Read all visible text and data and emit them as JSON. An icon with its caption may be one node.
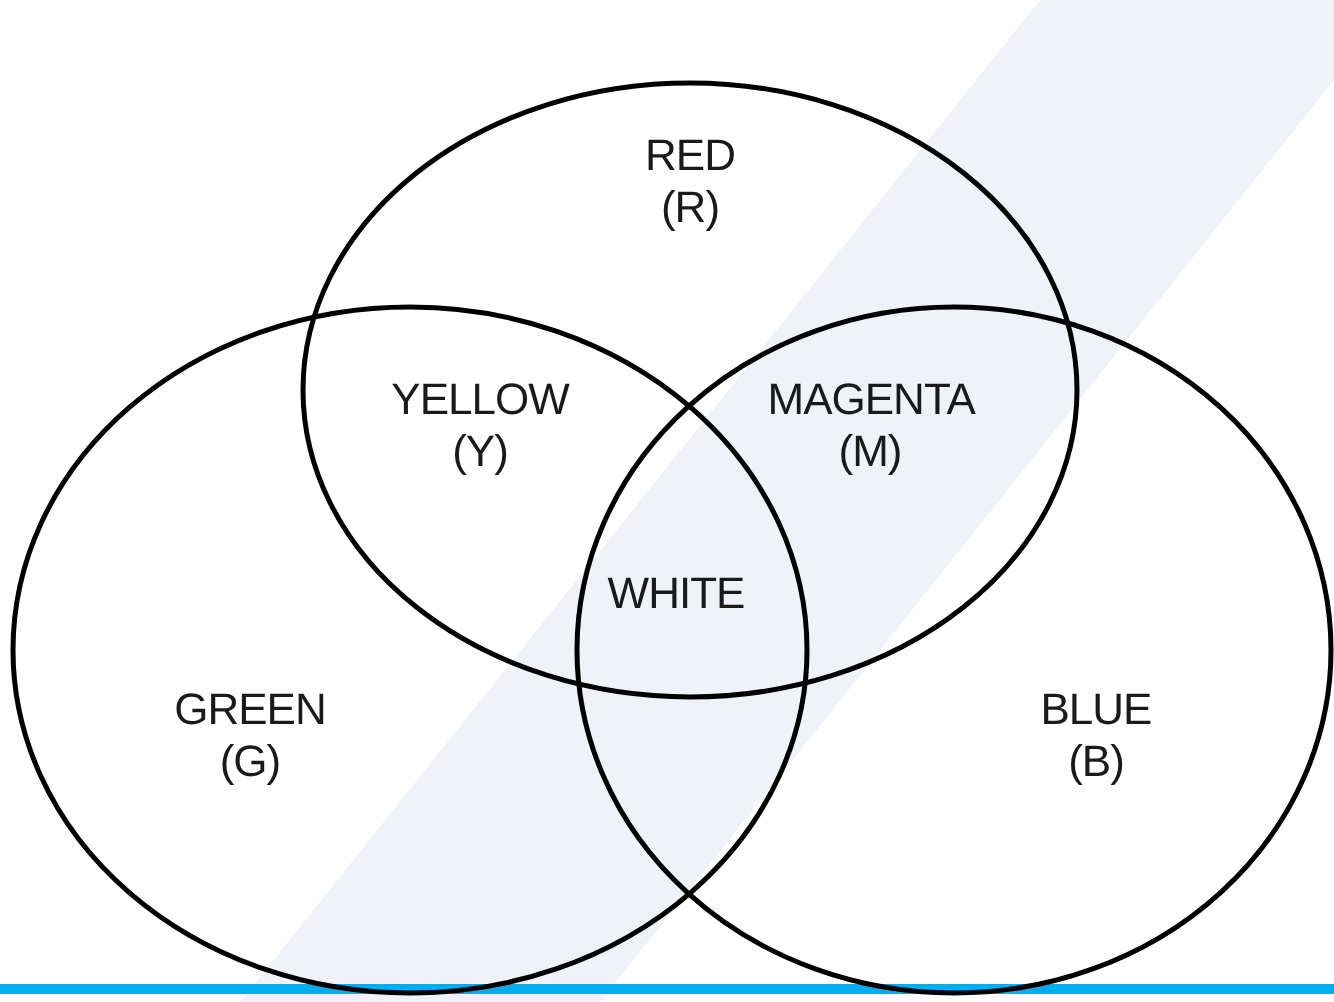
{
  "diagram": {
    "nodes": [
      {
        "text": [
          "RED (R)"
        ]
      },
      {
        "text": [
          "GREEN (G)"
        ]
      },
      {
        "text": [
          "BLUE (B)"
        ]
      }
    ],
    "labels": [
      "YELLOW (Y)",
      "MAGENTA (M)",
      "WHITE"
    ]
  }
}
